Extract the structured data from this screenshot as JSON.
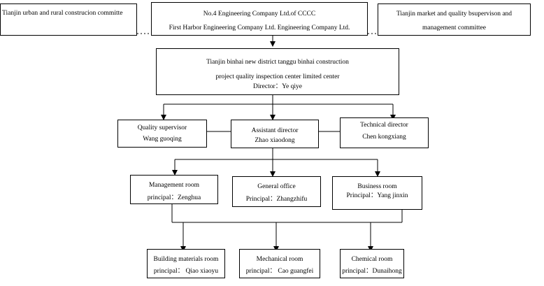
{
  "top": {
    "left": "Tianjin urban and rural  construcion committe",
    "center_line1": "No.4 Engineering Company Ltd.of CCCC",
    "center_line2": "First Harbor Engineering Company Ltd. Engineering Company Ltd.",
    "right_line1": "Tianjin market and quality bsupervison and",
    "right_line2": "management committee"
  },
  "center": {
    "line1": "Tianjin binhai new district tanggu binhai construction",
    "line2": "project quality inspection center limited center",
    "line3": "Director：Ye qiye"
  },
  "level2": {
    "quality": {
      "line1": "Quality supervisor",
      "line2": "Wang guoqing"
    },
    "assistant": {
      "line1": "Assistant director",
      "line2": "Zhao xiaodong"
    },
    "technical": {
      "line1": "Technical director",
      "line2": "Chen kongxiang"
    }
  },
  "level3": {
    "management": {
      "line1": "Management room",
      "line2": "principal：Zenghua"
    },
    "general": {
      "line1": "General office",
      "line2": "Principal：Zhangzhifu"
    },
    "business": {
      "line1": "Business room",
      "line2": "Principal：Yang jinxin"
    }
  },
  "level4": {
    "building": {
      "line1": "Building materials room",
      "line2": "principal： Qiao xiaoyu"
    },
    "mechanical": {
      "line1": "Mechanical room",
      "line2": "principal： Cao guangfei"
    },
    "chemical": {
      "line1": "Chemical room",
      "line2": "principal：Dunaihong"
    }
  }
}
